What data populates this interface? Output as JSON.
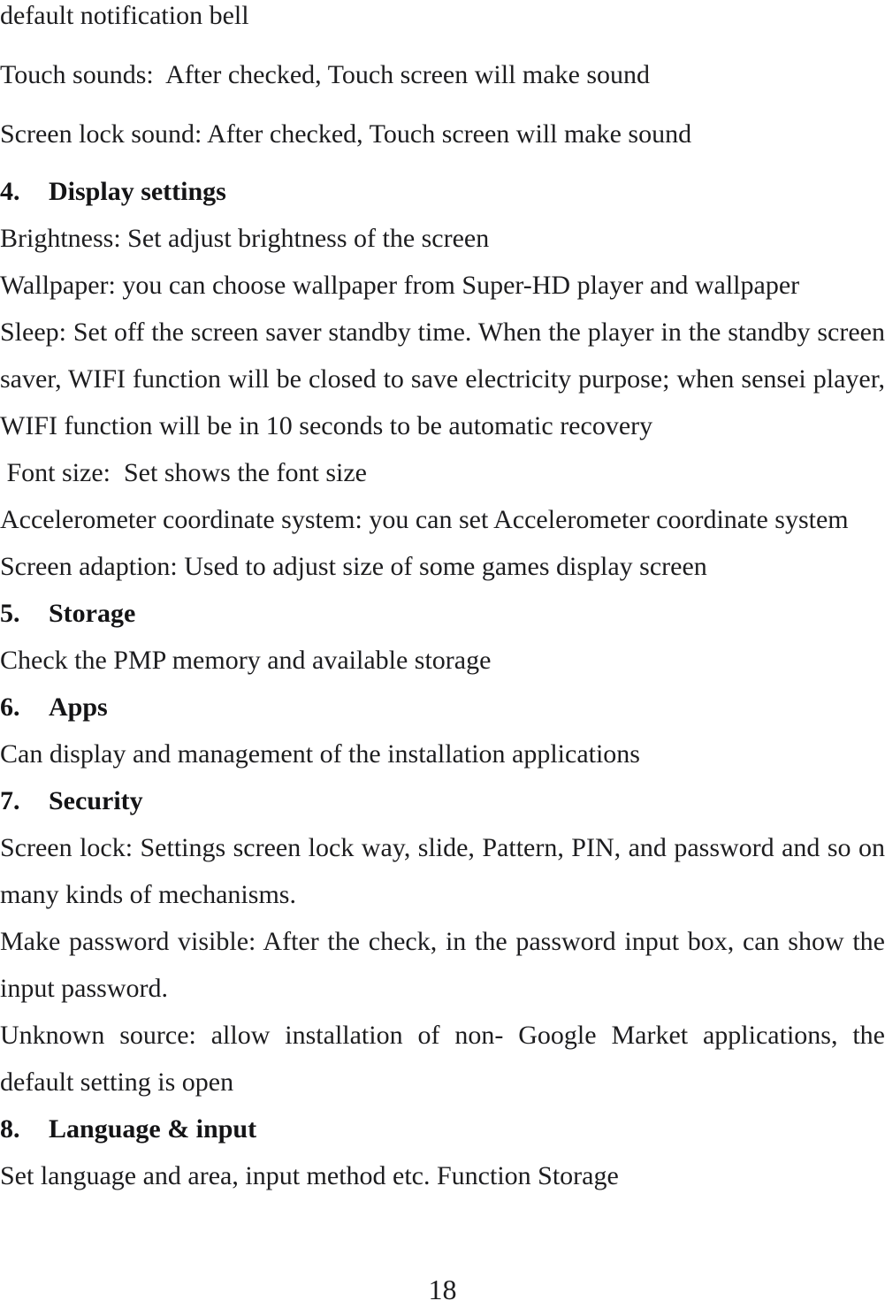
{
  "page": {
    "number": "18",
    "background_color": "#ffffff",
    "text_color": "#1d1d1f"
  },
  "body": {
    "line_continued_sound": "default notification bell",
    "touch_sounds": "Touch sounds:  After checked, Touch screen will make sound",
    "screen_lock_sound": "Screen lock sound: After checked, Touch screen will make sound"
  },
  "sections": [
    {
      "number": "4.",
      "title": "Display settings",
      "paragraphs": [
        "Brightness: Set adjust brightness of the screen",
        "Wallpaper: you can choose wallpaper from Super-HD player and wallpaper",
        "Sleep: Set off the screen saver standby time. When the player in the standby screen saver, WIFI function will be closed to save electricity purpose; when sensei player, WIFI function will be in 10 seconds to be automatic recovery",
        " Font size:  Set shows the font size",
        "Accelerometer coordinate system: you can set Accelerometer coordinate system",
        "Screen adaption: Used to adjust size of some games display screen"
      ]
    },
    {
      "number": "5.",
      "title": "Storage",
      "paragraphs": [
        "Check the PMP memory and available storage"
      ]
    },
    {
      "number": "6.",
      "title": "Apps",
      "paragraphs": [
        "Can display and management of the installation applications"
      ]
    },
    {
      "number": "7.",
      "title": "Security",
      "paragraphs": [
        "Screen lock: Settings screen lock way, slide, Pattern, PIN, and password and so on many kinds of mechanisms.",
        "Make password visible: After the check, in the password input box, can show the input password.",
        "Unknown source: allow installation of non- Google Market applications, the default setting is open"
      ]
    },
    {
      "number": "8.",
      "title": "Language & input",
      "paragraphs": [
        "Set language and area, input method etc. Function Storage"
      ]
    }
  ]
}
